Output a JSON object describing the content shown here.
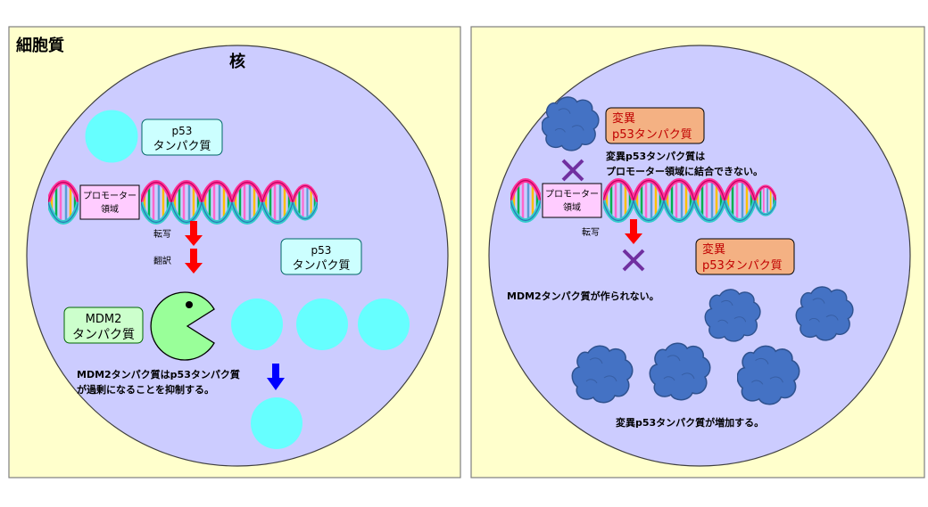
{
  "left": {
    "cytoplasm_label": "細胞質",
    "nucleus_label": "核",
    "p53_box": {
      "line1": "p53",
      "line2": "タンパク質"
    },
    "promoter": {
      "line1": "プロモーター",
      "line2": "領域"
    },
    "transcription": "転写",
    "translation": "翻訳",
    "p53_box2": {
      "line1": "p53",
      "line2": "タンパク質"
    },
    "mdm2_box": {
      "line1": "MDM2",
      "line2": "タンパク質"
    },
    "note": {
      "line1": "MDM2タンパク質はp53タンパク質",
      "line2": "が過剰になることを抑制する。"
    }
  },
  "right": {
    "mutant_box": {
      "line1": "変異",
      "line2": "p53タンパク質"
    },
    "cannot_bind": {
      "line1": "変異p53タンパク質は",
      "line2": "プロモーター領域に結合できない。"
    },
    "promoter": {
      "line1": "プロモーター",
      "line2": "領域"
    },
    "transcription": "転写",
    "mutant_box2": {
      "line1": "変異",
      "line2": "p53タンパク質"
    },
    "no_mdm2": "MDM2タンパク質が作られない。",
    "increase": "変異p53タンパク質が増加する。"
  },
  "colors": {
    "cytoplasm": "#ffffcc",
    "nucleus": "#ccccff",
    "p53": "#66ffff",
    "mdm2": "#99ff99",
    "mutant_protein": "#4472c4",
    "mutant_box": "#f4b183",
    "promoter_box": "#ffccff",
    "arrow_red": "#ff0000",
    "arrow_blue": "#0000ff",
    "cross": "#7030a0"
  },
  "icons": [
    "dna-helix-icon",
    "cross-icon",
    "arrow-down-icon",
    "cloud-protein-icon",
    "pacman-protein-icon"
  ]
}
